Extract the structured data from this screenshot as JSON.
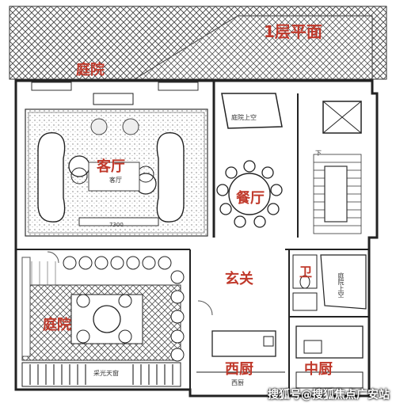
{
  "title": "1层平面",
  "rooms": {
    "courtyard_top": "庭院",
    "living_room": "客厅",
    "dining_room": "餐厅",
    "foyer": "玄关",
    "toilet": "卫",
    "courtyard_left": "庭院",
    "west_kitchen": "西厨",
    "chinese_kitchen": "中厨"
  },
  "annotations": {
    "void_top": "庭院上空",
    "void_right": "庭院上空",
    "living_small": "客厅",
    "dimension": "7300",
    "skylight": "采光天窗",
    "west_kitchen_small": "西厨",
    "stair_down": "下"
  },
  "watermark": "搜狐号@搜狐焦点广安站",
  "colors": {
    "label": "#c0392b",
    "line": "#333333"
  }
}
